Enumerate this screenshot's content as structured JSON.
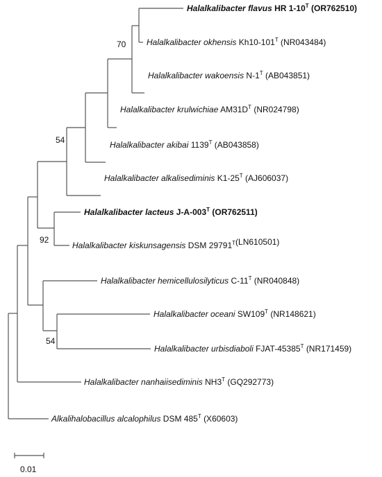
{
  "taxa": [
    {
      "genus": "Halalkalibacter",
      "species": "flavus",
      "strain": "HR 1-10",
      "type_mark": "T",
      "accession": "(OR762510)",
      "bold": true
    },
    {
      "genus": "Halalkalibacter",
      "species": "okhensis",
      "strain": "Kh10-101",
      "type_mark": "T",
      "accession": "(NR043484)",
      "bold": false
    },
    {
      "genus": "Halalkalibacter",
      "species": "wakoensis",
      "strain": "N-1",
      "type_mark": "T",
      "accession": "(AB043851)",
      "bold": false
    },
    {
      "genus": "Halalkalibacter",
      "species": "krulwichiae",
      "strain": "AM31D",
      "type_mark": "T",
      "accession": "(NR024798)",
      "bold": false
    },
    {
      "genus": "Halalkalibacter",
      "species": "akibai",
      "strain": "1139",
      "type_mark": "T",
      "accession": "(AB043858)",
      "bold": false
    },
    {
      "genus": "Halalkalibacter",
      "species": "alkalisediminis",
      "strain": "K1-25",
      "type_mark": "T",
      "accession": "(AJ606037)",
      "bold": false
    },
    {
      "genus": "Halalkalibacter",
      "species": "lacteus",
      "strain": "J-A-003",
      "type_mark": "T",
      "accession": "(OR762511)",
      "bold": true
    },
    {
      "genus": "Halalkalibacter",
      "species": "kiskunsagensis",
      "strain": "DSM 29791",
      "type_mark": "T",
      "accession": "(LN610501)",
      "bold": false
    },
    {
      "genus": "Halalkalibacter",
      "species": "hemicellulosilyticus",
      "strain": "C-11",
      "type_mark": "T",
      "accession": "(NR040848)",
      "bold": false
    },
    {
      "genus": "Halalkalibacter",
      "species": "oceani",
      "strain": "SW109",
      "type_mark": "T",
      "accession": "(NR148621)",
      "bold": false
    },
    {
      "genus": "Halalkalibacter",
      "species": "urbisdiaboli",
      "strain": "FJAT-45385",
      "type_mark": "T",
      "accession": "(NR171459)",
      "bold": false
    },
    {
      "genus": "Halalkalibacter",
      "species": "nanhaiisediminis",
      "strain": "NH3",
      "type_mark": "T",
      "accession": "(GQ292773)",
      "bold": false
    },
    {
      "genus": "Alkalihalobacillus",
      "species": "alcalophilus",
      "strain": "DSM 485",
      "type_mark": "T",
      "accession": "(X60603)",
      "bold": false
    }
  ],
  "bootstrap": [
    "70",
    "54",
    "92",
    "54"
  ],
  "scale_bar": {
    "label": "0.01"
  }
}
